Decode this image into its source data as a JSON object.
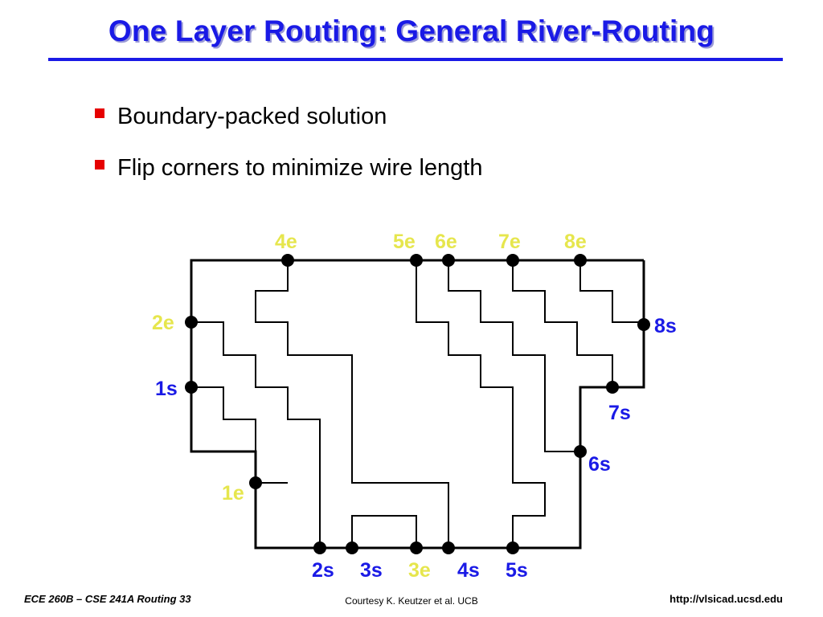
{
  "title": "One Layer Routing: General River-Routing",
  "bullets": [
    "Boundary-packed solution",
    "Flip corners to minimize wire length"
  ],
  "colors": {
    "title": "#1a1ae6",
    "bullet": "#e60000",
    "end_label": "#e6e64d",
    "start_label": "#1a1ae6",
    "wire": "#000000"
  },
  "pins": {
    "4e": "4e",
    "5e": "5e",
    "6e": "6e",
    "7e": "7e",
    "8e": "8e",
    "2e": "2e",
    "1s": "1s",
    "1e": "1e",
    "8s": "8s",
    "7s": "7s",
    "6s": "6s",
    "2s": "2s",
    "3s": "3s",
    "3e": "3e",
    "4s": "4s",
    "5s": "5s"
  },
  "footer": {
    "left": "ECE 260B – CSE 241A Routing 33",
    "center": "Courtesy K. Keutzer et al. UCB",
    "right": "http://vlsicad.ucsd.edu"
  }
}
